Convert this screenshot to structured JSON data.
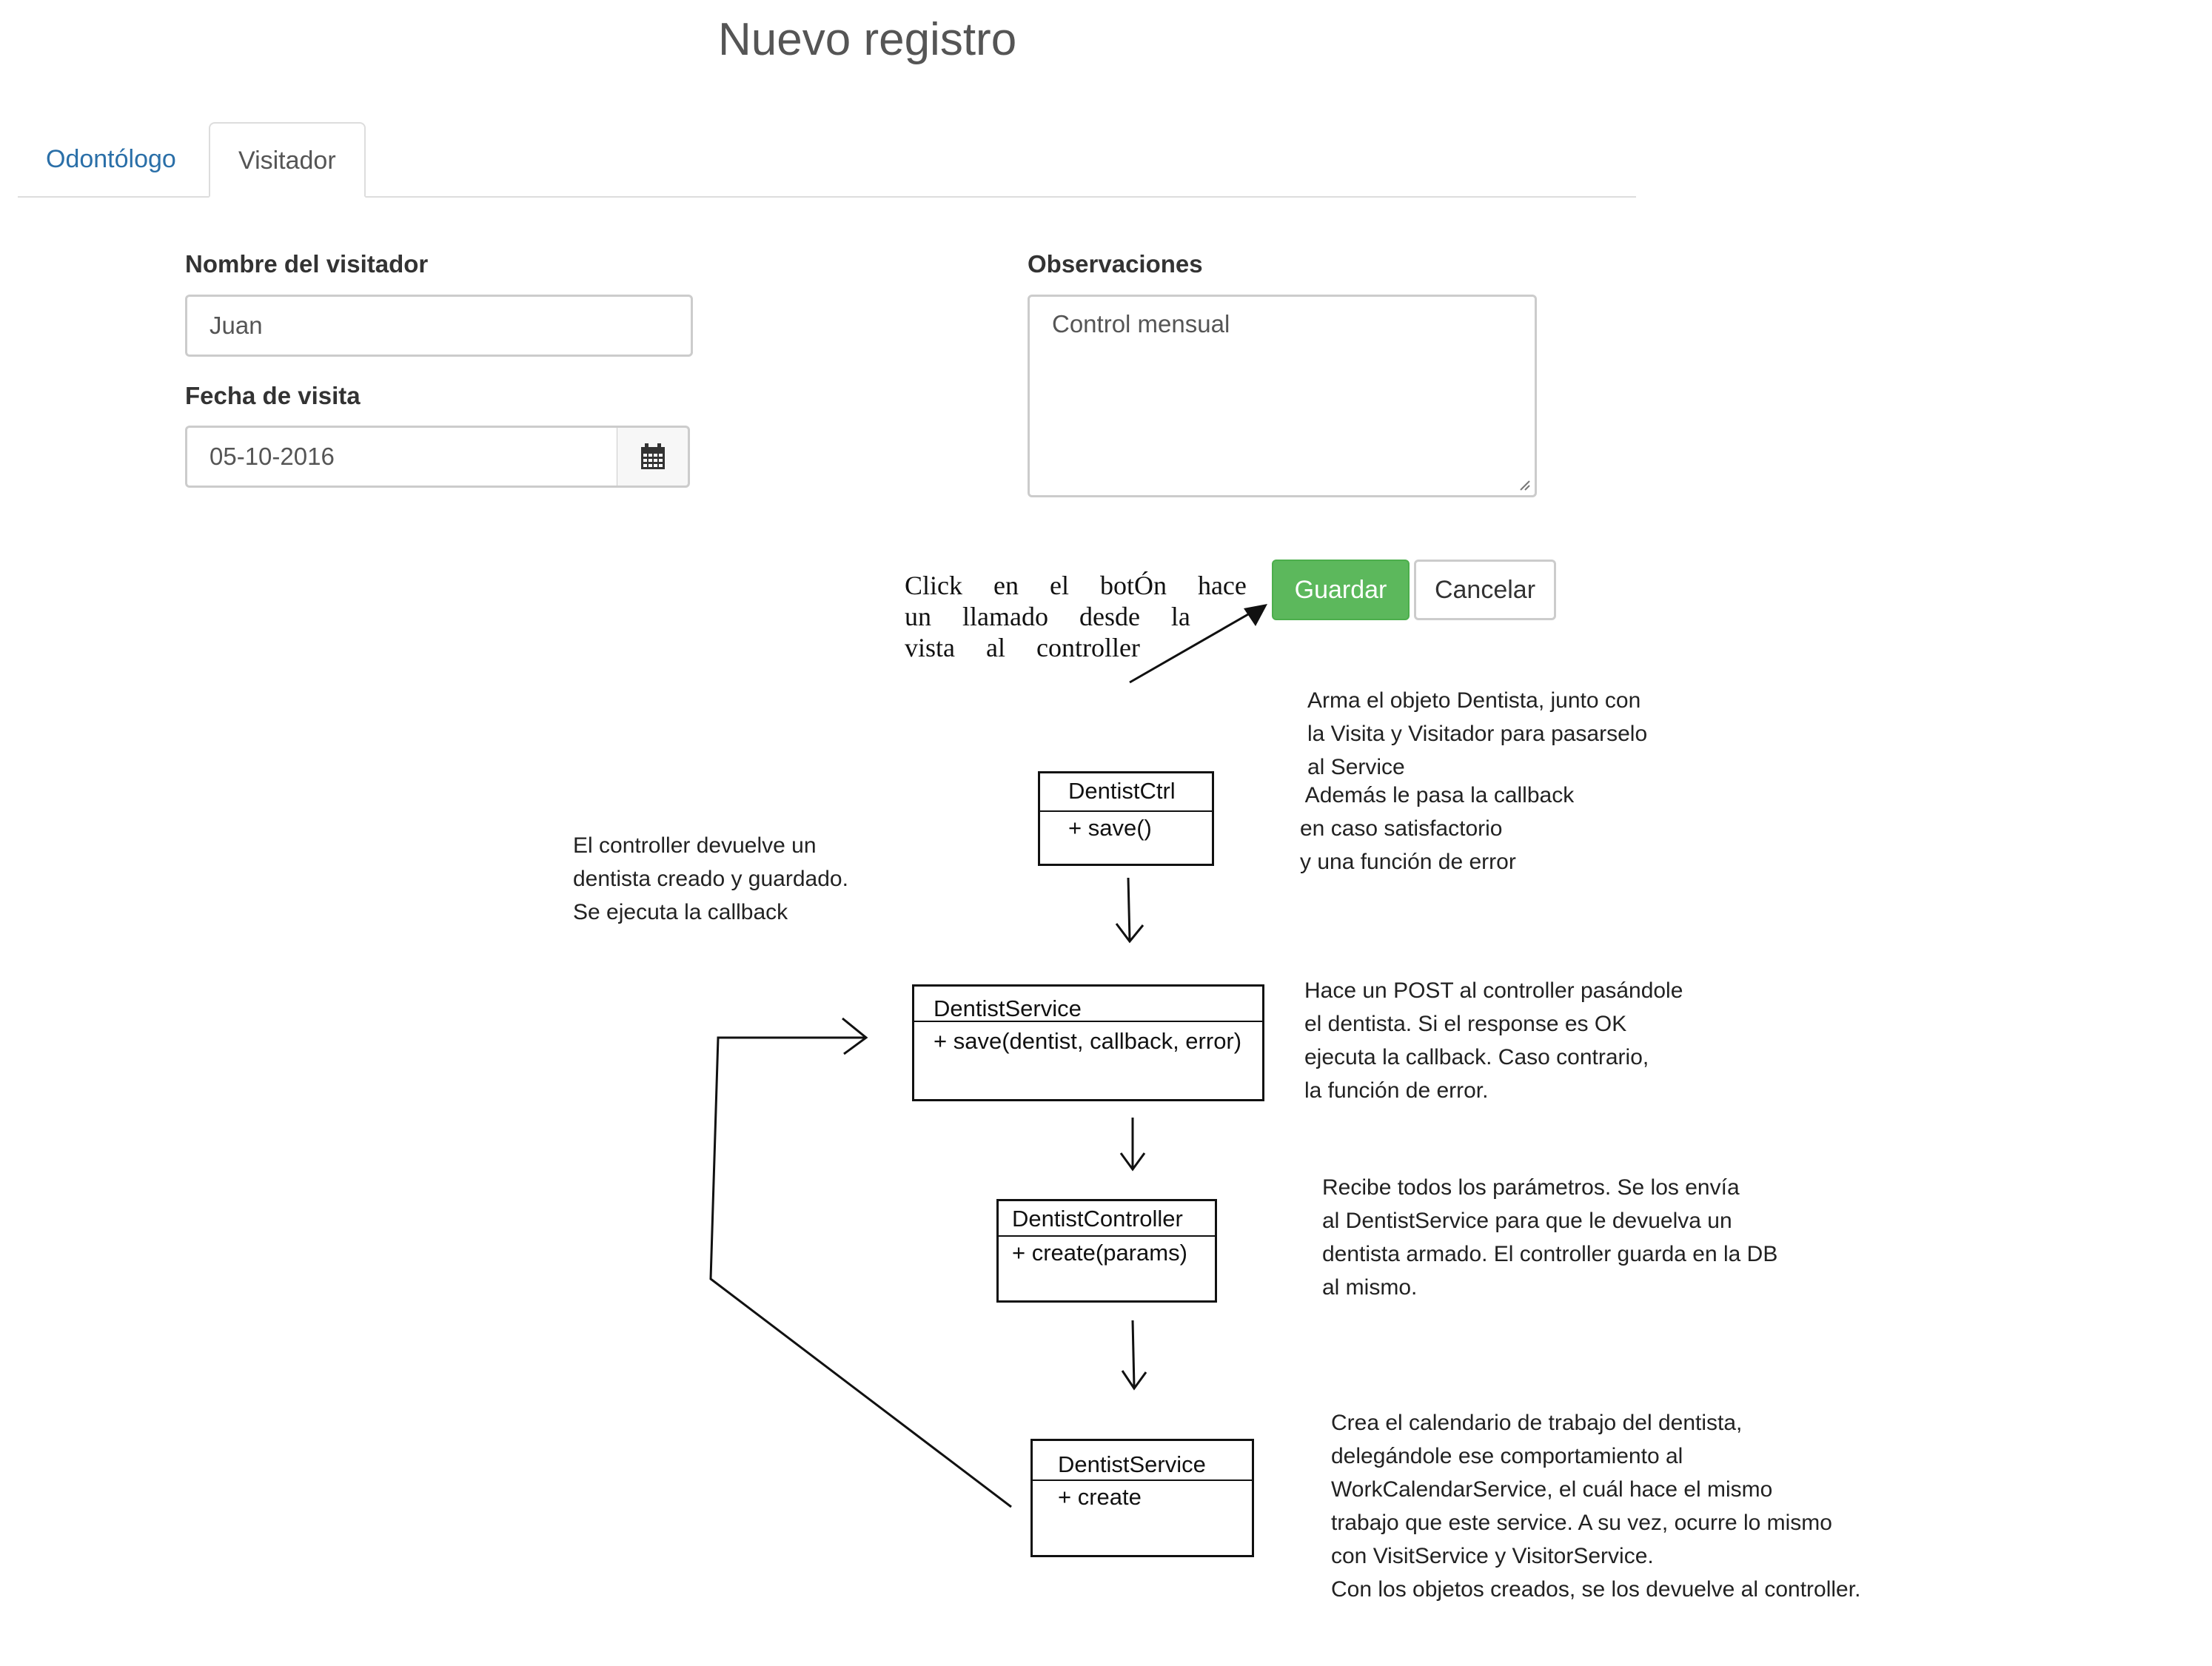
{
  "page_title": "Nuevo registro",
  "tabs": [
    {
      "label": "Odontólogo",
      "active": false
    },
    {
      "label": "Visitador",
      "active": true
    }
  ],
  "form": {
    "visitor_name_label": "Nombre del visitador",
    "visitor_name_value": "Juan",
    "visit_date_label": "Fecha de visita",
    "visit_date_value": "05-10-2016",
    "calendar_icon": "calendar-icon",
    "observations_label": "Observaciones",
    "observations_value": "Control mensual"
  },
  "buttons": {
    "save_label": "Guardar",
    "cancel_label": "Cancelar",
    "save_color": "#5cb85c"
  },
  "diagram": {
    "click_note": "Click  en  el  botÓn  hace\nun  llamado  desde  la\nvista  al  controller",
    "ctrl_note": "Arma el objeto Dentista, junto con\nla Visita y Visitador para pasarselo\nal Service",
    "ctrl_note_2": " Además le pasa la callback\nen caso satisfactorio\ny una función de error",
    "callback_note": "El controller devuelve un\ndentista creado y guardado.\nSe ejecuta la callback",
    "service_note": "Hace un POST al controller pasándole\nel dentista. Si el response es OK\nejecuta la callback. Caso contrario,\nla función de error.",
    "controller_note": "Recibe todos los parámetros. Se los envía\nal DentistService para que le devuelva un\ndentista armado. El controller guarda en la DB\nal mismo.",
    "backend_service_note": "Crea el calendario de trabajo del dentista,\ndelegándole ese comportamiento al\nWorkCalendarService, el cuál hace el mismo\ntrabajo que este service. A su vez, ocurre lo mismo\ncon VisitService y VisitorService.\nCon los objetos creados, se los devuelve al controller.",
    "boxes": [
      {
        "name": "DentistCtrl",
        "method": "+ save()"
      },
      {
        "name": "DentistService",
        "method": "+ save(dentist, callback, error)"
      },
      {
        "name": "DentistController",
        "method": "+ create(params)"
      },
      {
        "name": "DentistService",
        "method": "+ create"
      }
    ]
  }
}
